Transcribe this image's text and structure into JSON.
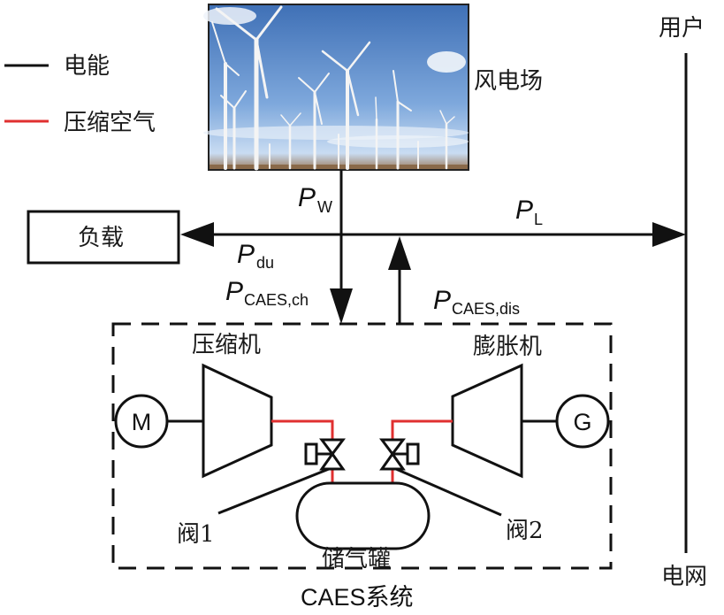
{
  "legend": {
    "items": [
      {
        "label": "电能",
        "color": "#111111"
      },
      {
        "label": "压缩空气",
        "color": "#e03030"
      }
    ]
  },
  "wind_farm": {
    "label": "风电场",
    "photo": "wind-turbines-photo"
  },
  "user_bus": {
    "top_label": "用户",
    "bottom_label": "电网"
  },
  "load": {
    "label": "负载"
  },
  "flows": {
    "p_w": {
      "symbol": "P",
      "subscript": "W"
    },
    "p_l": {
      "symbol": "P",
      "subscript": "L"
    },
    "p_du": {
      "symbol": "P",
      "subscript": "du"
    },
    "p_caes_ch": {
      "symbol": "P",
      "subscript": "CAES,ch"
    },
    "p_caes_dis": {
      "symbol": "P",
      "subscript": "CAES,dis"
    }
  },
  "caes": {
    "system_label": "CAES系统",
    "compressor_label": "压缩机",
    "expander_label": "膨胀机",
    "motor_letter": "M",
    "generator_letter": "G",
    "valve1_label": "阀1",
    "valve2_label": "阀2",
    "tank_label": "储气罐"
  },
  "colors": {
    "line": "#111111",
    "air": "#e03030",
    "sky_top": "#3d6fb8",
    "sky_bottom": "#9fc3ea"
  }
}
